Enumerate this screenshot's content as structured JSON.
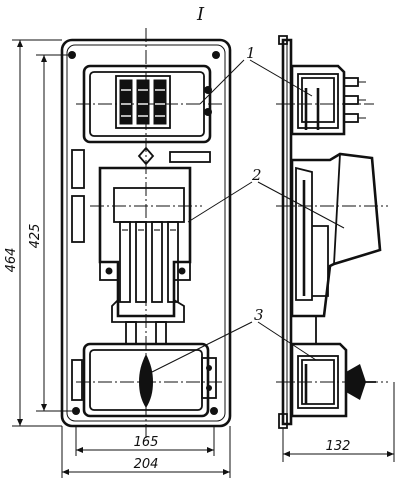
{
  "figure": {
    "roman_label": "I"
  },
  "callouts": [
    "1",
    "2",
    "3"
  ],
  "dimensions": {
    "overall_height": "464",
    "inner_height": "425",
    "inner_width": "165",
    "overall_width": "204",
    "depth": "132"
  },
  "colors": {
    "ink": "#111111",
    "paper": "#ffffff"
  }
}
